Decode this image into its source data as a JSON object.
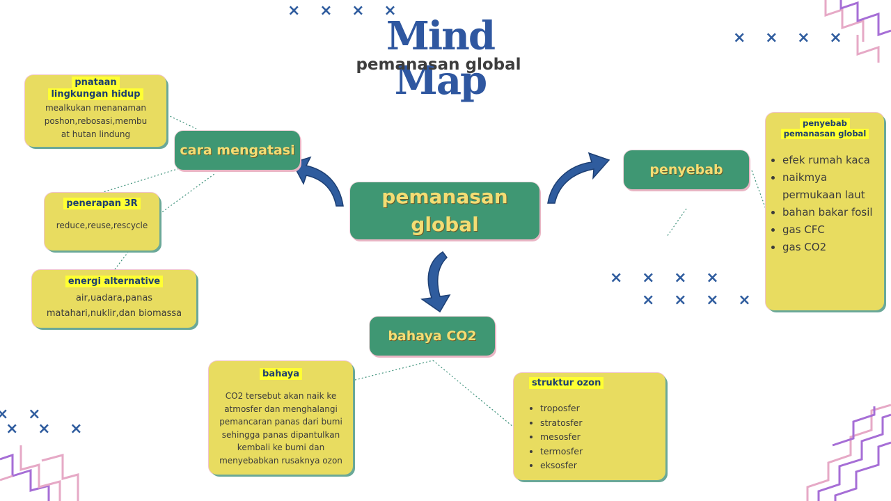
{
  "header": {
    "title": "Mind Map",
    "subtitle": "pemanasan global"
  },
  "center": {
    "line1": "pemanasan",
    "line2": "global"
  },
  "branches": {
    "left": "cara mengatasi",
    "right": "penyebab",
    "bottom": "bahaya CO2"
  },
  "boxes": {
    "penataan": {
      "head1": "pnataan",
      "head2": "lingkungan hidup",
      "body": [
        "mealkukan menanaman",
        "poshon,rebosasi,membu",
        "at hutan lindung"
      ]
    },
    "threeR": {
      "head": "penerapan 3R",
      "body": "reduce,reuse,rescycle"
    },
    "energi": {
      "head": "energi alternative",
      "body1": "air,uadara,panas",
      "body2": "matahari,nuklir,dan biomassa"
    },
    "penyebab": {
      "head1": "penyebab",
      "head2": "pemanasan global",
      "items": [
        "efek rumah kaca",
        "naikmya permukaan laut",
        "bahan bakar fosil",
        "gas CFC",
        "gas CO2"
      ]
    },
    "bahaya": {
      "head": "bahaya",
      "body": [
        "CO2 tersebut akan naik ke",
        "atmosfer dan menghalangi",
        "pemancaran panas dari bumi",
        "sehingga panas dipantulkan",
        "kembali ke bumi dan",
        "menyebabkan rusaknya ozon"
      ]
    },
    "ozon": {
      "head": "struktur ozon",
      "items": [
        "troposfer",
        "stratosfer",
        "mesosfer",
        "termosfer",
        "eksosfer"
      ]
    }
  },
  "decor": {
    "crosses": "× × × ×",
    "crossesShort": "×  ×",
    "crossesTriple": "× × ×"
  },
  "colors": {
    "green": "#3f9773",
    "yellow": "#e8dc60",
    "highlight": "#ffff33",
    "title": "#2f57a0",
    "arrow": "#2f5c9e",
    "zigzagPink": "#e6a9c6",
    "zigzagPurple": "#a66ed6"
  }
}
